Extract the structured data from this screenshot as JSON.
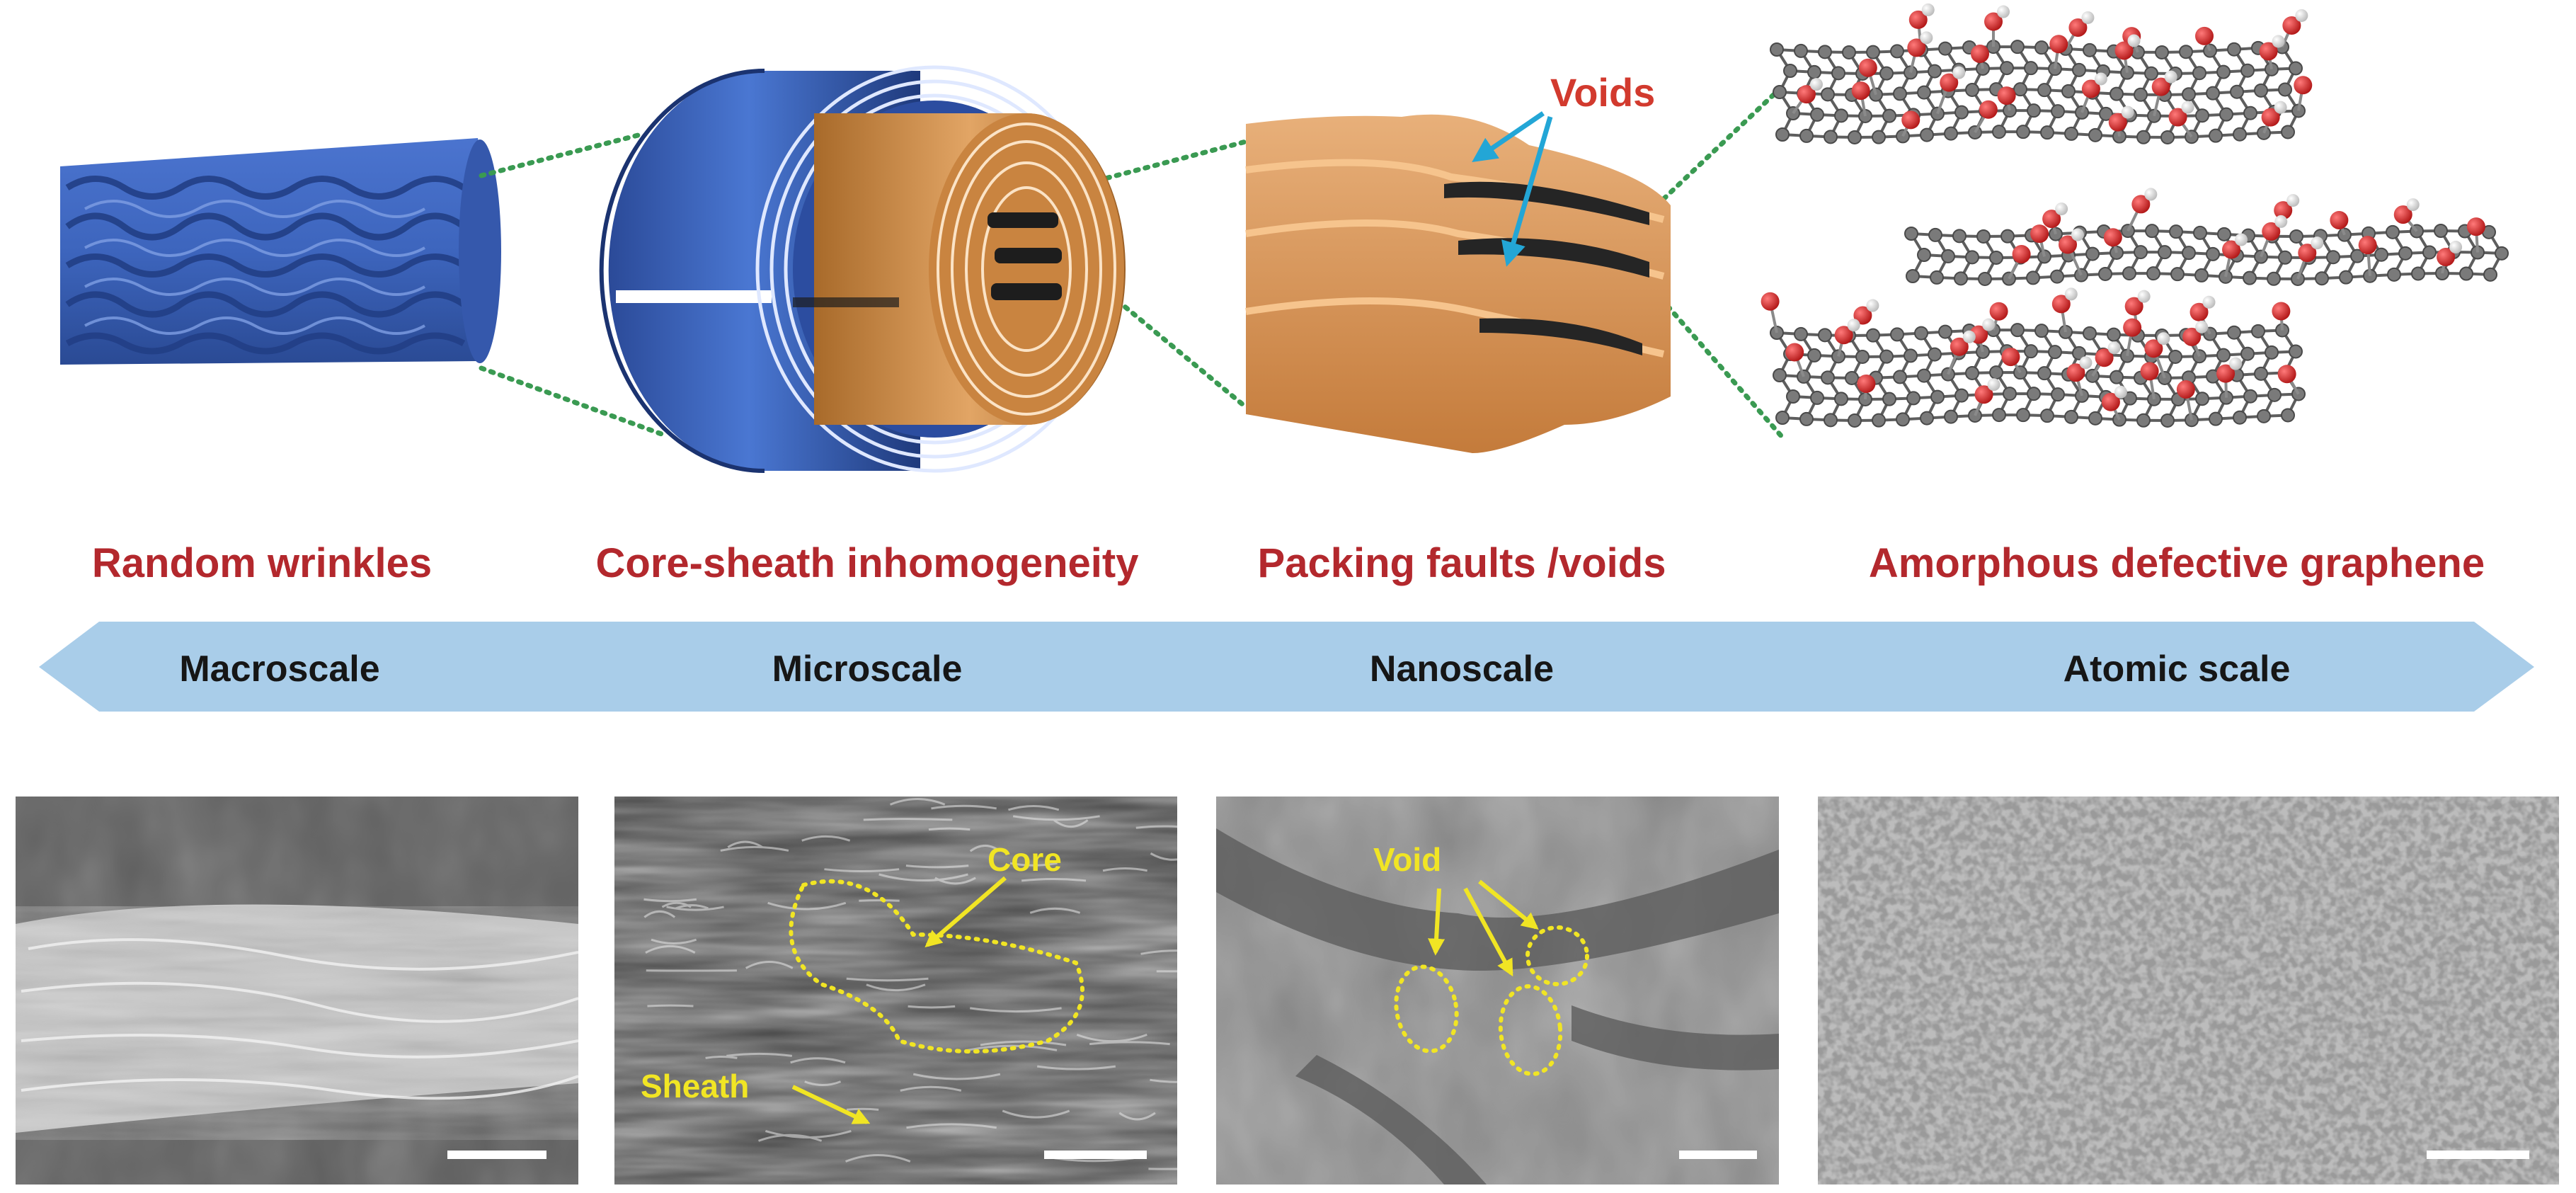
{
  "figure": {
    "annotations": {
      "voids_top": "Voids",
      "core": "Core",
      "sheath": "Sheath",
      "void_micrograph": "Void"
    },
    "feature_labels": [
      "Random wrinkles",
      "Core-sheath inhomogeneity",
      "Packing faults /voids",
      "Amorphous defective graphene"
    ],
    "scale_arrow": {
      "color": "#a9cde9",
      "labels": [
        "Macroscale",
        "Microscale",
        "Nanoscale",
        "Atomic scale"
      ]
    },
    "colors": {
      "feature_label": "#b3282d",
      "annotation": "#d23a2e",
      "fiber_blue": "#3c62b8",
      "core_orange": "#c98440",
      "connector_green": "#3a9a52",
      "arrow_cyan": "#23a6d6",
      "micrograph_highlight": "#f1e524",
      "oxygen": "#d22222",
      "carbon": "#7a7a7a"
    },
    "icons": [
      "fiber-illustration",
      "core-sheath-illustration",
      "void-illustration",
      "graphene-model",
      "sem-micrograph",
      "tem-micrograph"
    ]
  }
}
